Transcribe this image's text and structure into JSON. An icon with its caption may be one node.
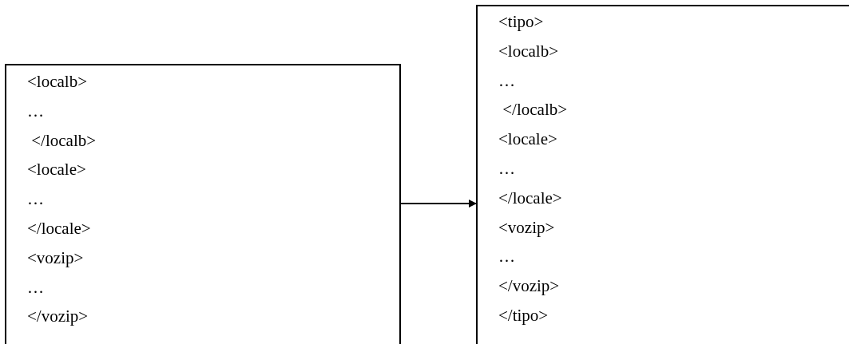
{
  "diagram": {
    "nodes": [
      {
        "text": [
          "<localb>",
          "…",
          " </localb>",
          "<locale>",
          "…",
          "</locale>",
          "<vozip>",
          "…",
          "</vozip>"
        ]
      },
      {
        "text": [
          "<tipo>",
          "<localb>",
          "…",
          " </localb>",
          "<locale>",
          "…",
          "</locale>",
          "<vozip>",
          "…",
          "</vozip>",
          "</tipo>"
        ]
      }
    ],
    "edges": [
      {
        "from": 0,
        "to": 1,
        "arrow": "to"
      }
    ]
  }
}
